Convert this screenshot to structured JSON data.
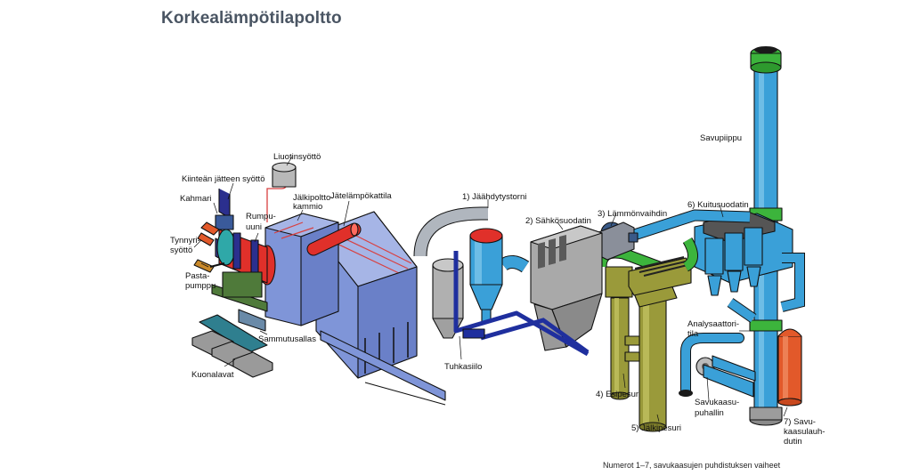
{
  "title": "Korkealämpötilapoltto",
  "labels": {
    "liuotinsyotto": "Liuotinsyöttö",
    "kiintean": "Kiinteän jätteen syöttö",
    "kahmari": "Kahmari",
    "jalkipoltto_1": "Jälkipoltto-",
    "jalkipoltto_2": "kammio",
    "rumpu_1": "Rumpu-",
    "rumpu_2": "uuni",
    "tynnyri_1": "Tynnyri-",
    "tynnyri_2": "syöttö",
    "pasta_1": "Pasta-",
    "pasta_2": "pumppu",
    "jatelampokattila": "Jätelämpökattila",
    "sammutusallas": "Sammutusallas",
    "kuonalavat": "Kuonalavat",
    "jaahdytystorni": "1) Jäähdytystorni",
    "tuhkasiilo": "Tuhkasiilo",
    "sahkosuodatin": "2) Sähkösuodatin",
    "lammonvaihdin": "3) Lämmönvaihdin",
    "kuitusuodatin": "6) Kuitusuodatin",
    "savupiippu": "Savupiippu",
    "analysaattori_1": "Analysaattori-",
    "analysaattori_2": "tila",
    "esipesuri": "4) Esipesuri",
    "jalkipesuri": "5) Jälkipesuri",
    "savukaasupuhallin_1": "Savukaasu-",
    "savukaasupuhallin_2": "puhallin",
    "savukaasulauhdutin_1": "7) Savu-",
    "savukaasulauhdutin_2": "kaasulauh-",
    "savukaasulauhdutin_3": "dutin"
  },
  "footnote": "Numerot 1–7, savukaasujen puhdistuksen vaiheet",
  "colors": {
    "duct_blue": "#3aa0d8",
    "boiler_blue": "#7f95d8",
    "kiln_red": "#e0302a",
    "scrubber_olive": "#9a9a3a",
    "ring_green": "#3cb43c",
    "filter_gray": "#a9a9a9",
    "condenser_orange": "#e2592a",
    "pipe_navy": "#1f2f9e",
    "base_green": "#4f7a3a",
    "slag_teal": "#2f7f8f"
  }
}
